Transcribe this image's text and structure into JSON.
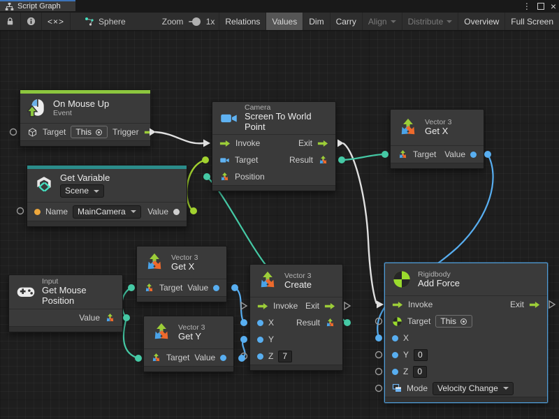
{
  "window": {
    "tab_title": "Script Graph",
    "menu": "⋮",
    "close": "×"
  },
  "toolbar": {
    "code_icon_label": "<×>",
    "graph_name": "Sphere",
    "zoom_label": "Zoom",
    "zoom_value": "1x",
    "relations": "Relations",
    "values": "Values",
    "dim": "Dim",
    "carry": "Carry",
    "align": "Align",
    "distribute": "Distribute",
    "overview": "Overview",
    "full_screen": "Full Screen"
  },
  "nodes": {
    "on_mouse_up": {
      "title": "On Mouse Up",
      "subtitle": "Event",
      "target_label": "Target",
      "target_value": "This",
      "trigger_label": "Trigger"
    },
    "get_variable": {
      "title": "Get Variable",
      "scope_value": "Scene",
      "name_label": "Name",
      "name_value": "MainCamera",
      "value_label": "Value"
    },
    "screen_to_world": {
      "type": "Camera",
      "title": "Screen To World Point",
      "invoke_label": "Invoke",
      "exit_label": "Exit",
      "target_label": "Target",
      "result_label": "Result",
      "position_label": "Position"
    },
    "get_x_top": {
      "type": "Vector 3",
      "title": "Get X",
      "target_label": "Target",
      "value_label": "Value"
    },
    "get_mouse_position": {
      "type": "Input",
      "title": "Get Mouse Position",
      "value_label": "Value"
    },
    "get_x_mid": {
      "type": "Vector 3",
      "title": "Get X",
      "target_label": "Target",
      "value_label": "Value"
    },
    "get_y": {
      "type": "Vector 3",
      "title": "Get Y",
      "target_label": "Target",
      "value_label": "Value"
    },
    "create_vector": {
      "type": "Vector 3",
      "title": "Create",
      "invoke_label": "Invoke",
      "exit_label": "Exit",
      "x_label": "X",
      "result_label": "Result",
      "y_label": "Y",
      "z_label": "Z",
      "z_value": "7"
    },
    "add_force": {
      "type": "Rigidbody",
      "title": "Add Force",
      "invoke_label": "Invoke",
      "exit_label": "Exit",
      "target_label": "Target",
      "target_value": "This",
      "x_label": "X",
      "y_label": "Y",
      "y_value": "0",
      "z_label": "Z",
      "z_value": "0",
      "mode_label": "Mode",
      "mode_value": "Velocity Change"
    }
  },
  "colors": {
    "event_accent": "#8cc63e",
    "variable_accent": "#2b8c8a",
    "selection": "#4f9bd5",
    "wire_control": "#e0e0e0",
    "wire_vector3": "#45c9a5",
    "wire_object": "#a2d22f",
    "wire_float": "#58aef0",
    "port_orange": "#eda73c",
    "flow_arrow": "#9ccd38"
  }
}
